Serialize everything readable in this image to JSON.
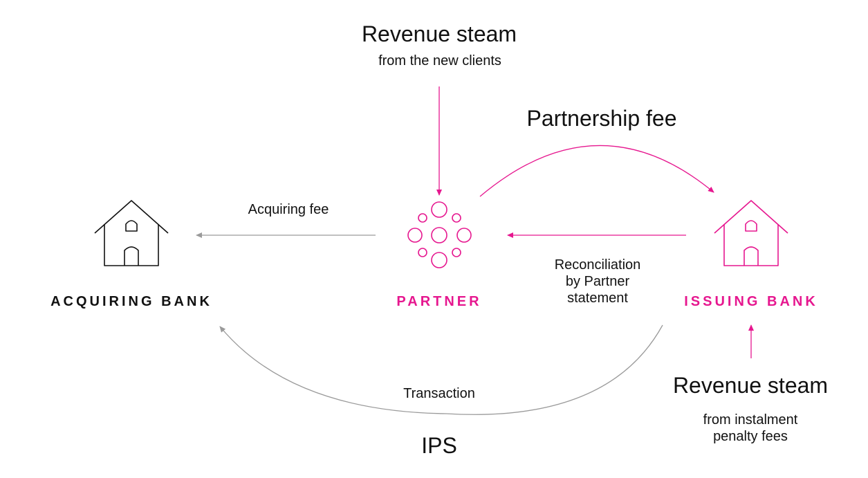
{
  "colors": {
    "accent": "#e6178f",
    "neutral_line": "#9a9a9a",
    "text": "#111111"
  },
  "nodes": {
    "acquiring_bank": {
      "label": "ACQUIRING BANK",
      "icon": "house-icon"
    },
    "partner": {
      "label": "PARTNER",
      "icon": "dots-cluster-icon"
    },
    "issuing_bank": {
      "label": "ISSUING BANK",
      "icon": "house-icon"
    }
  },
  "revenue_top": {
    "title": "Revenue steam",
    "subtitle": "from the new clients"
  },
  "revenue_bottom": {
    "title": "Revenue steam",
    "subtitle_line1": "from instalment",
    "subtitle_line2": "penalty fees"
  },
  "edges": {
    "partnership_fee": "Partnership fee",
    "acquiring_fee": "Acquiring fee",
    "reconciliation_line1": "Reconciliation",
    "reconciliation_line2": "by Partner",
    "reconciliation_line3": "statement",
    "transaction": "Transaction",
    "ips": "IPS"
  }
}
